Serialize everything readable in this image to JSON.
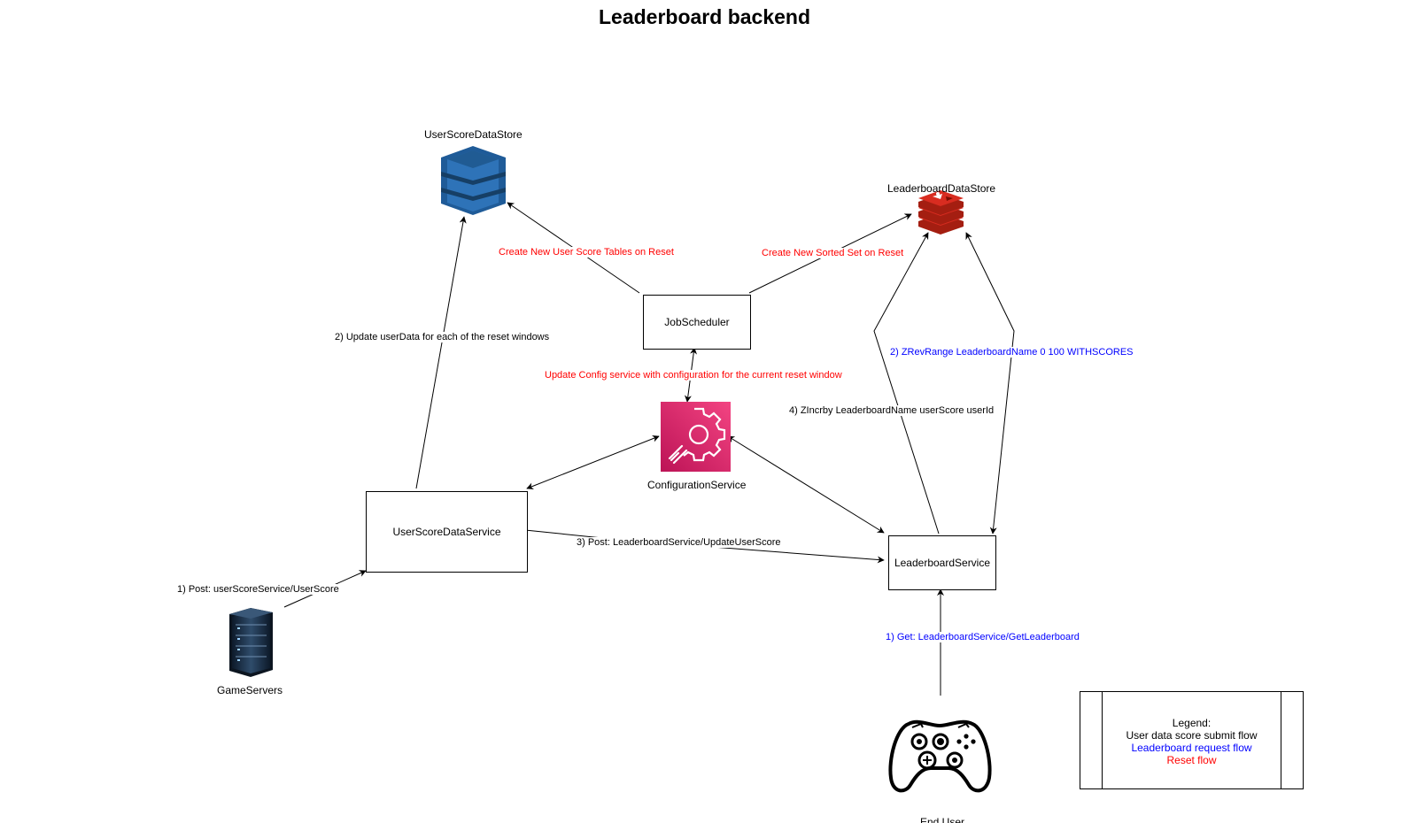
{
  "title": "Leaderboard backend",
  "nodes": {
    "user_score_data_store": "UserScoreDataStore",
    "leaderboard_data_store": "LeaderboardDataStore",
    "job_scheduler": "JobScheduler",
    "configuration_service": "ConfigurationService",
    "user_score_data_service": "UserScoreDataService",
    "leaderboard_service": "LeaderboardService",
    "game_servers": "GameServers",
    "end_user": "End User"
  },
  "edges": {
    "create_user_score_tables": "Create New User Score Tables on Reset",
    "create_sorted_set": "Create New Sorted Set on Reset",
    "update_user_data": "2) Update userData for each of the reset windows",
    "update_config": "Update Config service with configuration for the current reset window",
    "zrevrange": "2) ZRevRange LeaderboardName 0 100 WITHSCORES",
    "zincrby": "4) ZIncrby LeaderboardName userScore userId",
    "post_update_user_score": "3) Post: LeaderboardService/UpdateUserScore",
    "post_user_score": "1) Post: userScoreService/UserScore",
    "get_leaderboard": "1) Get: LeaderboardService/GetLeaderboard"
  },
  "legend": {
    "heading": "Legend:",
    "submit_flow": "User data score submit flow",
    "request_flow": "Leaderboard request flow",
    "reset_flow": "Reset flow"
  },
  "colors": {
    "reset_flow": "#ff0000",
    "request_flow": "#0000ff",
    "submit_flow": "#000000",
    "config_icon": "#e7157b",
    "dynamodb_icon": "#2e73b8",
    "redis_icon": "#c6302b"
  },
  "icons": {
    "user_score_data_store": "dynamodb-icon",
    "leaderboard_data_store": "redis-icon",
    "configuration_service": "gear-config-icon",
    "game_servers": "server-rack-icon",
    "end_user": "gamepad-icon"
  }
}
